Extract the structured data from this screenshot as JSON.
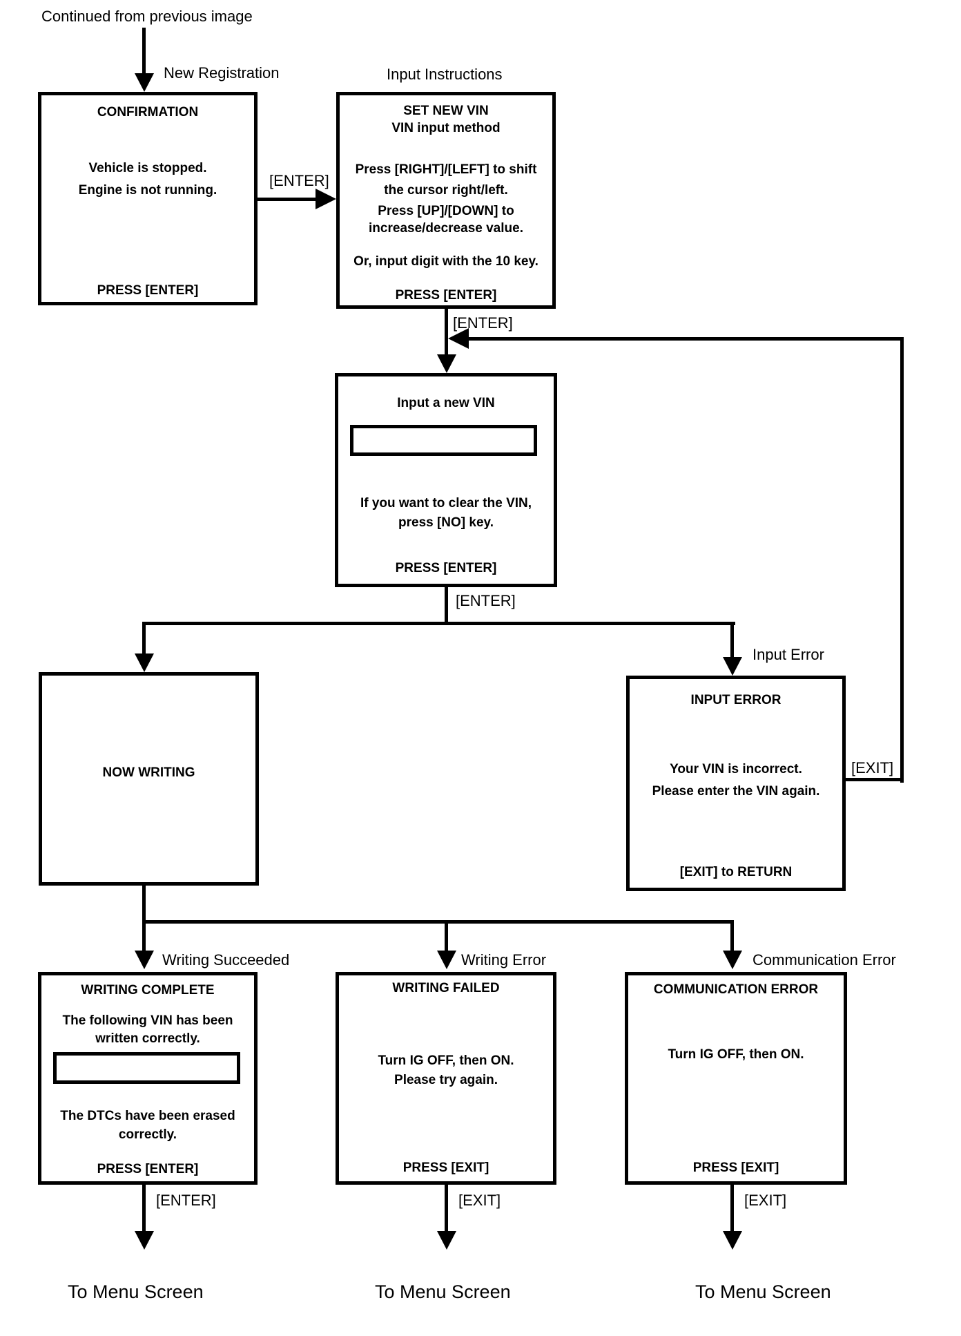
{
  "labels": {
    "continued": "Continued from previous image",
    "new_registration": "New Registration",
    "input_instructions": "Input Instructions",
    "enter": "[ENTER]",
    "exit": "[EXIT]",
    "input_error": "Input Error",
    "writing_succeeded": "Writing Succeeded",
    "writing_error": "Writing Error",
    "communication_error": "Communication Error",
    "to_menu_screen": "To Menu Screen"
  },
  "boxes": {
    "confirmation": {
      "title": "CONFIRMATION",
      "body1": "Vehicle is stopped.",
      "body2": "Engine is not running.",
      "footer": "PRESS [ENTER]"
    },
    "set_new_vin": {
      "title": "SET NEW VIN",
      "subtitle": "VIN input method",
      "body1": "Press [RIGHT]/[LEFT] to shift",
      "body2": "the cursor right/left.",
      "body3": "Press [UP]/[DOWN] to",
      "body4": "increase/decrease value.",
      "body5": "Or, input digit with the 10 key.",
      "footer": "PRESS [ENTER]"
    },
    "input_new_vin": {
      "title": "Input a new VIN",
      "vin_field_value": "",
      "body1": "If you want to clear the VIN,",
      "body2": "press [NO] key.",
      "footer": "PRESS [ENTER]"
    },
    "now_writing": {
      "title": "NOW WRITING"
    },
    "input_error": {
      "title": "INPUT ERROR",
      "body1": "Your VIN is incorrect.",
      "body2": "Please enter the VIN again.",
      "footer": "[EXIT] to RETURN"
    },
    "writing_complete": {
      "title": "WRITING COMPLETE",
      "body1": "The following VIN has been",
      "body2": "written correctly.",
      "vin_field_value": "",
      "body3": "The DTCs have been erased",
      "body4": "correctly.",
      "footer": "PRESS [ENTER]"
    },
    "writing_failed": {
      "title": "WRITING FAILED",
      "body1": "Turn IG OFF, then ON.",
      "body2": "Please try again.",
      "footer": "PRESS [EXIT]"
    },
    "communication_error": {
      "title": "COMMUNICATION ERROR",
      "body1": "Turn IG OFF, then ON.",
      "footer": "PRESS [EXIT]"
    }
  },
  "colors": {
    "line": "#000000",
    "background": "#ffffff"
  }
}
